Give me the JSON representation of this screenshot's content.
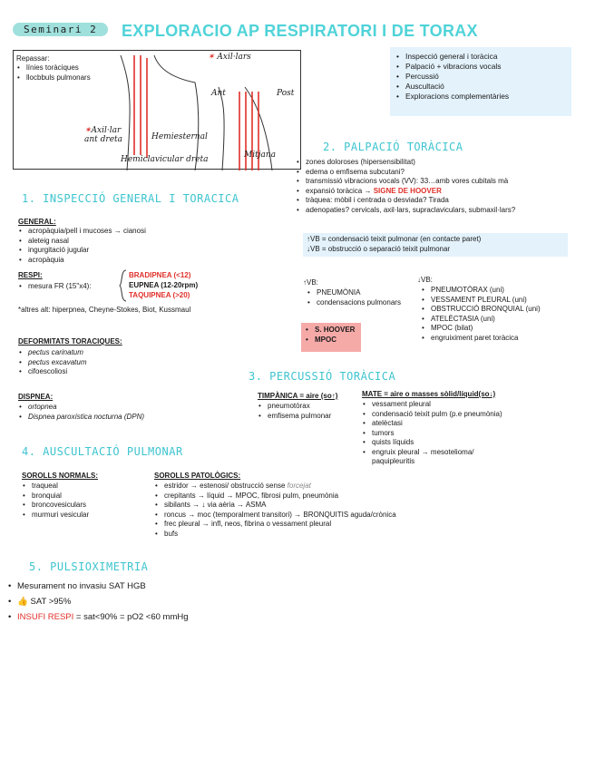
{
  "header": {
    "seminar": "Seminari 2",
    "title": "EXPLORACIO AP RESPIRATORI I DE TORAX"
  },
  "diagram": {
    "repassar": "Repassar:",
    "items": [
      "línies toràciques",
      "llocbbuls pulmonars"
    ],
    "labels": {
      "axillars": "Axil·lars",
      "ant": "Ant",
      "post": "Post",
      "axillar_ant": "Axil·lar ant dreta",
      "hemiesternal": "Hemiesternal",
      "hemiclavicular": "Hemiclavicular dreta",
      "mitjana": "Mitjana"
    }
  },
  "topbox": {
    "items": [
      "Inspecció general i toràcica",
      "Palpació + vibracions vocals",
      "Percussió",
      "Auscultació",
      "Exploracions complementàries"
    ]
  },
  "s1": {
    "title": "1.  INSPECCIÓ GENERAL I TORACICA",
    "general": "GENERAL:",
    "general_items": [
      "acropàquia/pell i mucoses → cianosi",
      "aleteig nasal",
      "ingurgitació jugular",
      "acropàquia"
    ],
    "respi": "RESPI:",
    "fr": "mesura FR (15\"x4):",
    "rates": [
      "BRADIPNEA (<12)",
      "EUPNEA (12-20rpm)",
      "TAQUIPNEA (>20)"
    ],
    "altres": "*altres alt: hiperpnea, Cheyne-Stokes, Biot, Kussmaul",
    "deform": "DEFORMITATS TORACIQUES:",
    "deform_items": [
      "pectus carinatum",
      "pectus excavatum",
      "cifoescoliosi"
    ],
    "dispnea": "DISPNEA:",
    "dispnea_items": [
      "ortopnea",
      "Dispnea paroxística nocturna (DPN)"
    ]
  },
  "s2": {
    "title": "2. PALPACIÓ TORÀCICA",
    "items": [
      "zones doloroses (hipersensibilitat)",
      "edema o emfisema subcutani?",
      "transmissió vibracions vocals (VV): 33…amb vores cubitals mà",
      "expansió toràcica →",
      "tràquea: mòbil i centrada o desviada? Tirada",
      "adenopaties? cervicals, axil·lars, supraclaviculars, submaxil·lars?"
    ],
    "hoover": "SIGNE DE HOOVER",
    "vv_up": "↑VB = condensació teixit pulmonar (en contacte paret)",
    "vv_down": "↓VB = obstrucció o separació teixit pulmonar",
    "up_label": "↑VB:",
    "up_items": [
      "PNEUMÒNIA",
      "condensacions pulmonars"
    ],
    "neg_items": [
      "S. HOOVER",
      "MPOC"
    ],
    "down_label": "↓VB:",
    "down_items": [
      "PNEUMOTÒRAX (uni)",
      "VESSAMENT PLEURAL (uni)",
      "OBSTRUCCIÓ BRONQUIAL (uni)",
      "ATELÈCTASIA (uni)",
      "MPOC (bilat)",
      "engruiximent paret toràcica"
    ]
  },
  "s3": {
    "title": "3. PERCUSSIÓ TORÀCICA",
    "timp": "TIMPÀNICA = aire (so↑)",
    "timp_items": [
      "pneumotòrax",
      "emfisema pulmonar"
    ],
    "mate": "MATE = aire o masses sòlid/líquid(so↓)",
    "mate_items": [
      "vessament pleural",
      "condensació teixit pulm (p.e pneumònia)",
      "atelèctasi",
      "tumors",
      "quists líquids",
      "engruix pleural → mesotelioma/ paquipleuritis"
    ]
  },
  "s4": {
    "title": "4. AUSCULTACIÓ PULMONAR",
    "normals": "SOROLLS NORMALS:",
    "normal_items": [
      "traqueal",
      "bronquial",
      "broncovesiculars",
      "murmuri vesicular"
    ],
    "patol": "SOROLLS PATOLÒGICS:",
    "patol_items": [
      "estridor → estenosi/ obstrucció sense",
      "crepitants → líquid → MPOC, fibrosi pulm, pneumònia",
      "sibilants → ↓ via aèria → ASMA",
      "roncus → moc (temporalment transitori) → BRONQUITIS aguda/crònica",
      "frec pleural → infl, neos, fibrina o vessament pleural",
      "bufs"
    ],
    "forcat": "forcejat"
  },
  "s5": {
    "title": "5. PULSIOXIMETRIA",
    "items": [
      "Mesurament no invasiu SAT HGB",
      "SAT >95%"
    ],
    "insufi": "INSUFI RESPI",
    "insufi_rest": " = sat<90% = pO2 <60 mmHg",
    "thumb": "👍"
  },
  "colors": {
    "accent": "#4fd3d8",
    "pill": "#9fe0dc",
    "red": "#e0302a",
    "blue_box": "#e3f2fb",
    "red_box": "#f6aaa8"
  }
}
